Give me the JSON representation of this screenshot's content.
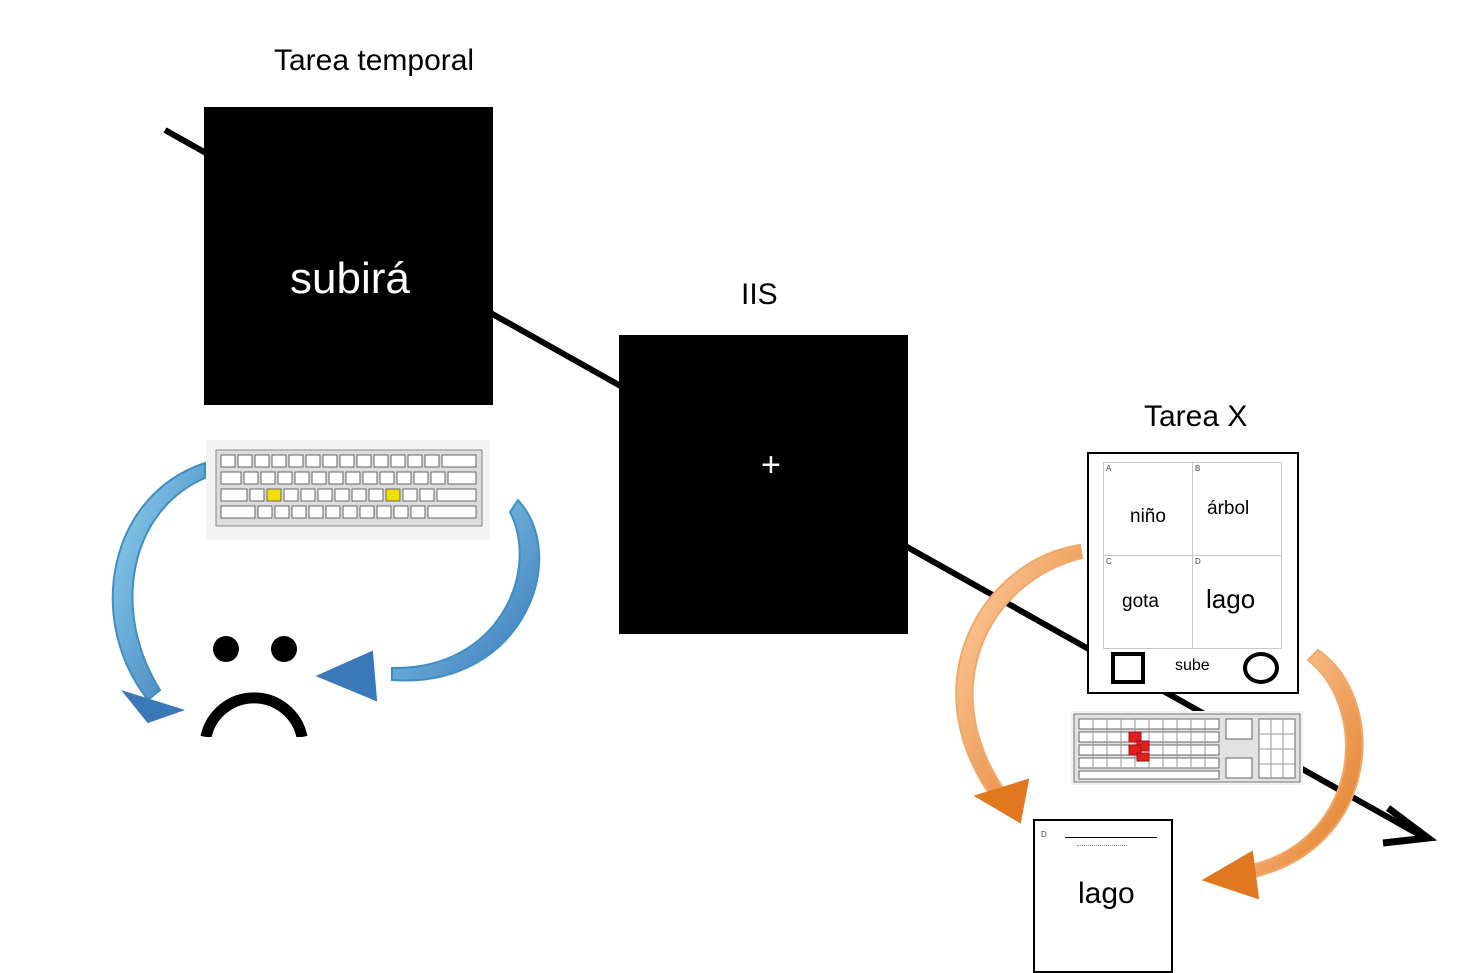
{
  "task_temporal": {
    "title": "Tarea temporal",
    "stimulus": "subirá"
  },
  "iis": {
    "title": "IIS",
    "fixation": "+"
  },
  "task_x": {
    "title": "Tarea X",
    "cells": [
      {
        "letter": "A",
        "word": "niño"
      },
      {
        "letter": "B",
        "word": "árbol"
      },
      {
        "letter": "C",
        "word": "gota"
      },
      {
        "letter": "D",
        "word": "lago"
      }
    ],
    "center_word": "sube"
  },
  "result_card": {
    "letter": "D",
    "word": "lago"
  },
  "colors": {
    "timeline": "#000000",
    "blue_arrow": "#4a90c8",
    "orange_arrow": "#e07820",
    "temporal_key_highlight": "#f2e100",
    "x_key_highlight": "#e02020"
  },
  "icons": [
    "keyboard-icon",
    "sad-face-icon",
    "curved-arrow-icon",
    "square-shape-icon",
    "circle-shape-icon"
  ]
}
